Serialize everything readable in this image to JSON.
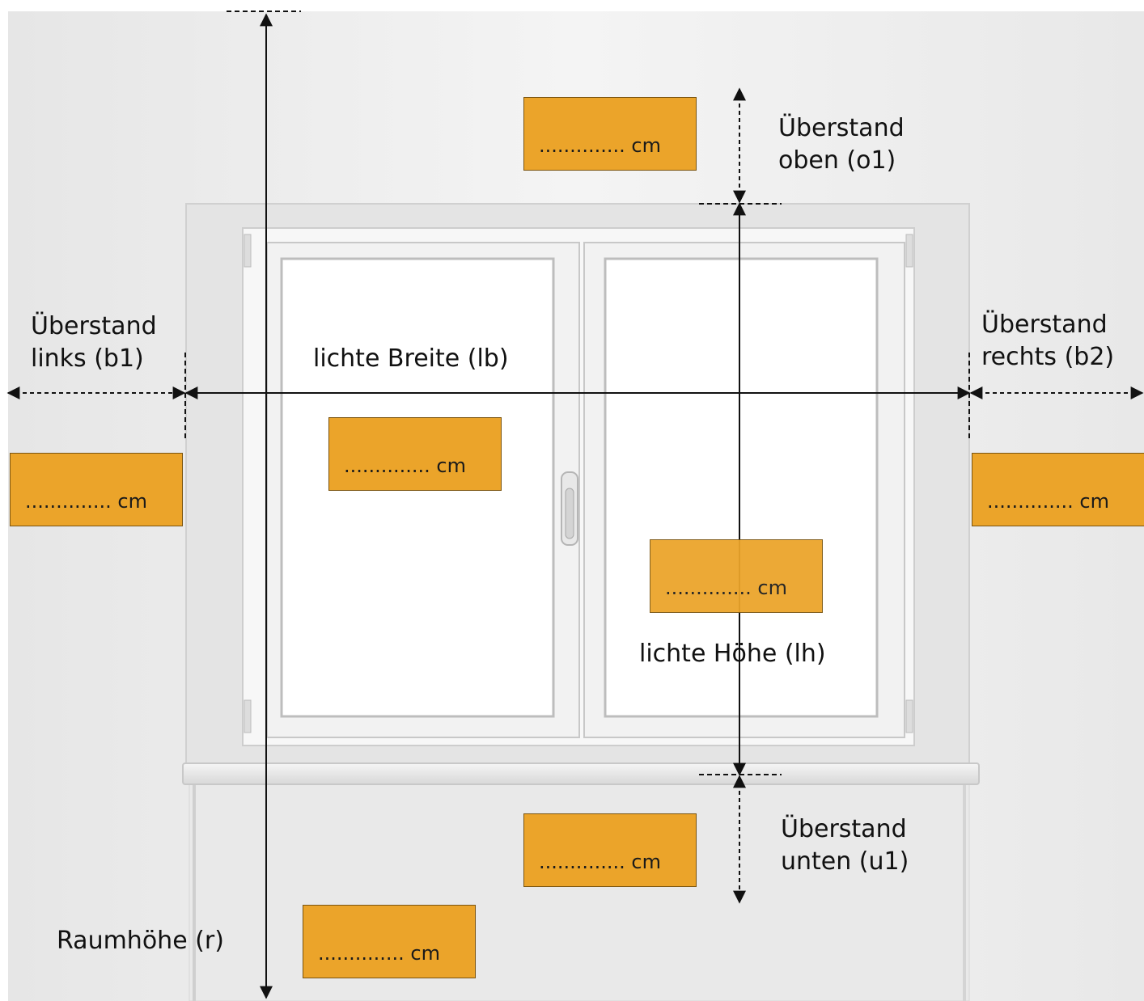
{
  "colors": {
    "wall": "#eeeeee",
    "frame": "#f7f7f7",
    "glass": "#ffffff",
    "field_fill": "#eba42a",
    "arrow": "#111111"
  },
  "labels": {
    "top_overhang": [
      "Überstand",
      "oben (o1)"
    ],
    "left_overhang": [
      "Überstand",
      "links (b1)"
    ],
    "right_overhang": [
      "Überstand",
      "rechts (b2)"
    ],
    "bottom_overhang": [
      "Überstand",
      "unten (u1)"
    ],
    "clear_width": "lichte Breite (lb)",
    "clear_height": "lichte Höhe (lh)",
    "room_height": "Raumhöhe (r)"
  },
  "fields": {
    "top_overhang": ".............. cm",
    "left_overhang": ".............. cm",
    "right_overhang": ".............. cm",
    "clear_width": ".............. cm",
    "clear_height": ".............. cm",
    "bottom_overhang": ".............. cm",
    "room_height": ".............. cm"
  }
}
